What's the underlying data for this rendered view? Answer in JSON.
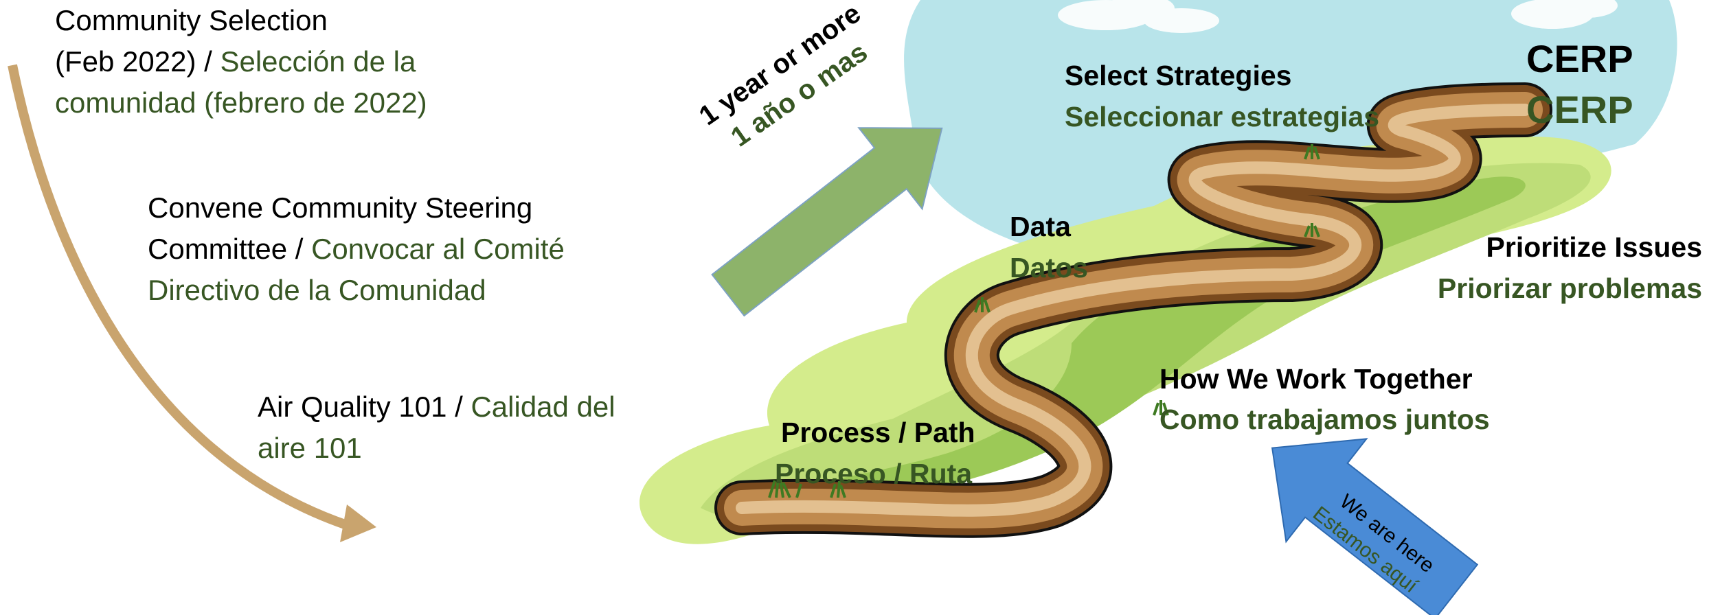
{
  "steps": [
    {
      "en": "Community Selection",
      "en2": "(Feb 2022) / ",
      "es1": "Selección de la",
      "es2": "comunidad (febrero de 2022)"
    },
    {
      "en": "Convene Community Steering",
      "en2": "Committee / ",
      "es1": "Convocar al Comité",
      "es2": "Directivo de la Comunidad"
    },
    {
      "en": "Air Quality 101 / ",
      "es1": "Calidad del",
      "es2": "aire 101"
    }
  ],
  "timeline": {
    "en": "1 year or more",
    "es": "1 año o mas"
  },
  "stages": {
    "process": {
      "en": "Process / Path",
      "es": "Proceso / Ruta"
    },
    "work": {
      "en": "How We Work Together",
      "es": "Como trabajamos juntos"
    },
    "data": {
      "en": "Data",
      "es": "Datos"
    },
    "prioritize": {
      "en": "Prioritize Issues",
      "es": "Priorizar problemas"
    },
    "strategies": {
      "en": "Select Strategies",
      "es": "Seleccionar estrategias"
    }
  },
  "cerp": {
    "en": "CERP",
    "es": "CERP"
  },
  "here": {
    "en": "We are here",
    "es": "Estamos aquí"
  },
  "colors": {
    "english": "#000000",
    "spanish": "#375623",
    "curve_arrow": "#C9A46E",
    "timeline_arrow": "#8DB36A",
    "here_arrow": "#4A8BD6",
    "path_dark": "#7A4A1E",
    "path_light": "#E3C090",
    "sky": "#B8E4EA",
    "grass": "#D4EC8C"
  },
  "icons": [
    "curved-arrow-icon",
    "timeline-arrow-icon",
    "here-arrow-icon",
    "grass-tuft-icon"
  ]
}
